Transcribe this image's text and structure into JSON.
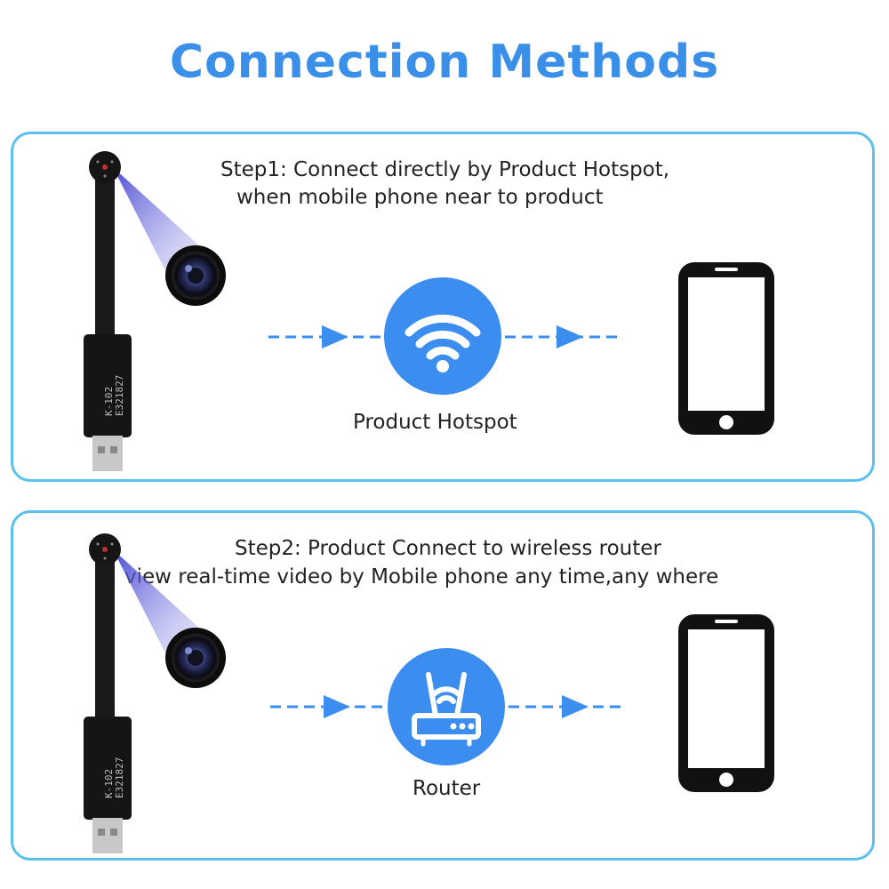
{
  "title": "Connection Methods",
  "colors": {
    "accent_blue": "#3a8fe8",
    "panel_border": "#5cc0ec",
    "hub_blue": "#3b8ef0",
    "arrow_blue": "#3b8ef0"
  },
  "step1": {
    "line1": "Step1: Connect directly by  Product  Hotspot,",
    "line2": "when mobile phone near to product",
    "hub_label": "Product Hotspot",
    "hub_icon": "wifi-icon"
  },
  "step2": {
    "line1": "Step2: Product Connect to wireless router",
    "line2": "view real-time video by Mobile phone any time,any where",
    "hub_label": "Router",
    "hub_icon": "router-icon"
  },
  "device": {
    "model": "K-102",
    "serial": "E321827"
  }
}
